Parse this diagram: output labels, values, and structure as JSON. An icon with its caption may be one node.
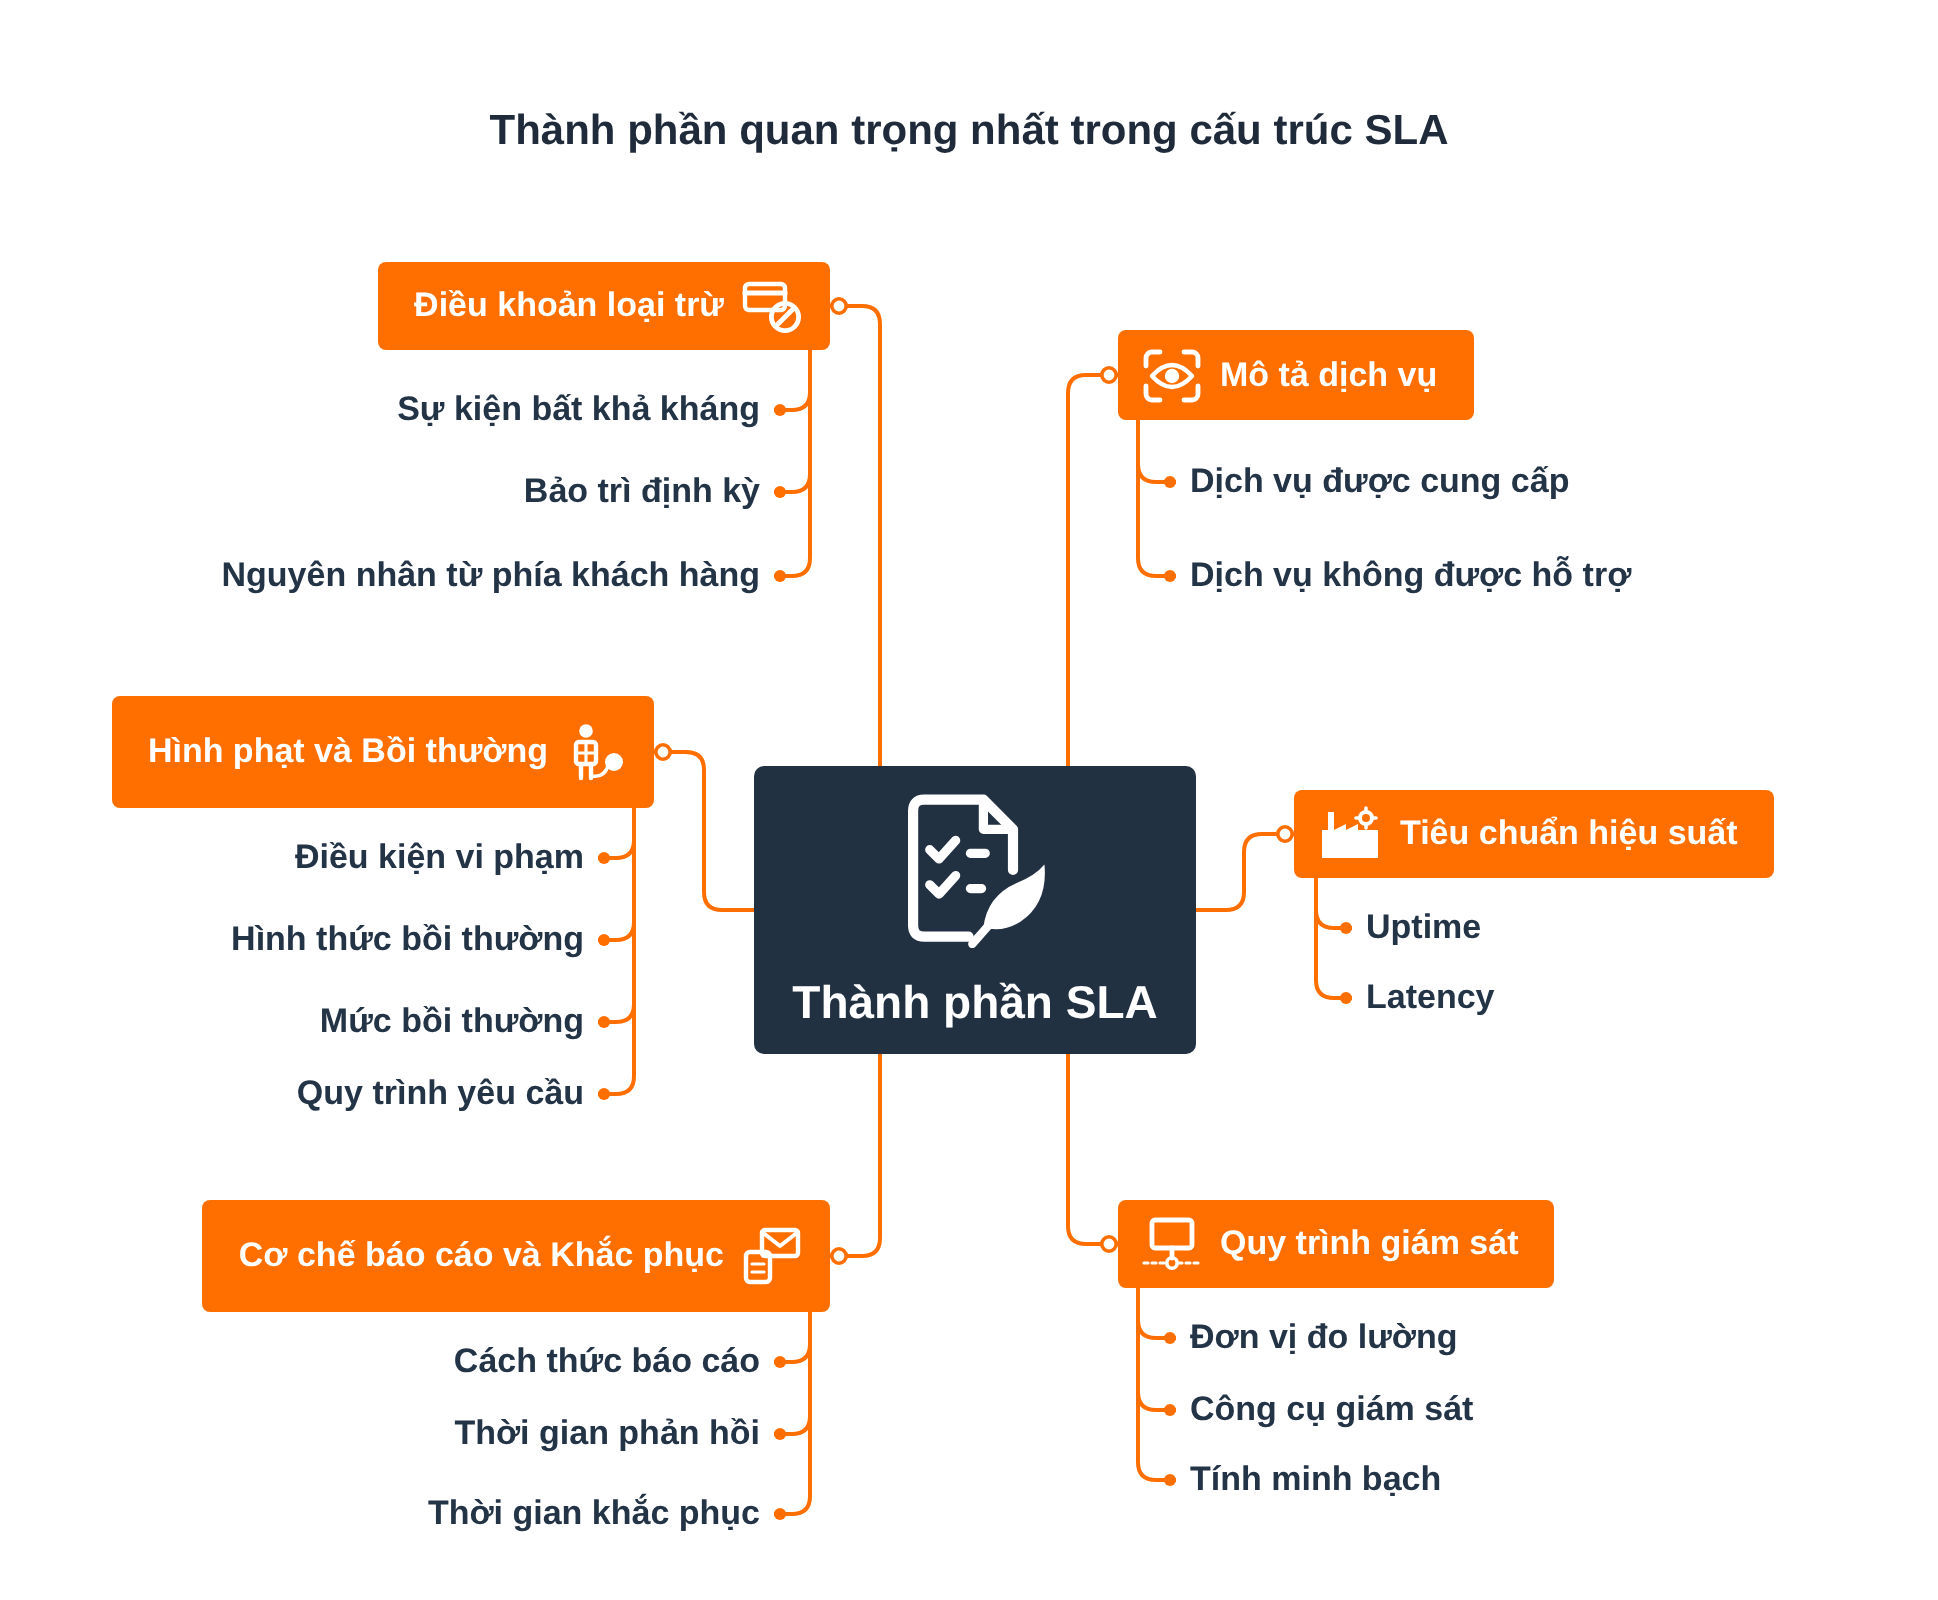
{
  "diagram": {
    "title": "Thành phần quan trọng nhất trong cấu trúc SLA",
    "nodes": [
      {
        "text": [
          "Thành phần SLA"
        ]
      },
      {
        "text": [
          "Điều khoản loại trừ"
        ]
      },
      {
        "text": [
          "Sự kiện bất khả kháng"
        ]
      },
      {
        "text": [
          "Bảo trì định kỳ"
        ]
      },
      {
        "text": [
          "Nguyên nhân từ phía khách hàng"
        ]
      },
      {
        "text": [
          "Mô tả dịch vụ"
        ]
      },
      {
        "text": [
          "Dịch vụ được cung cấp"
        ]
      },
      {
        "text": [
          "Dịch vụ không được hỗ trợ"
        ]
      },
      {
        "text": [
          "Hình phạt và Bồi thường"
        ]
      },
      {
        "text": [
          "Điều kiện vi phạm"
        ]
      },
      {
        "text": [
          "Hình thức bồi thường"
        ]
      },
      {
        "text": [
          "Mức bồi thường"
        ]
      },
      {
        "text": [
          "Quy trình yêu cầu"
        ]
      },
      {
        "text": [
          "Tiêu chuẩn hiệu suất"
        ]
      },
      {
        "text": [
          "Uptime"
        ]
      },
      {
        "text": [
          "Latency"
        ]
      },
      {
        "text": [
          "Cơ chế báo cáo và Khắc phục"
        ]
      },
      {
        "text": [
          "Cách thức báo cáo"
        ]
      },
      {
        "text": [
          "Thời gian phản hồi"
        ]
      },
      {
        "text": [
          "Thời gian khắc phục"
        ]
      },
      {
        "text": [
          "Quy trình giám sát"
        ]
      },
      {
        "text": [
          "Đơn vị đo lường"
        ]
      },
      {
        "text": [
          "Công cụ giám sát"
        ]
      },
      {
        "text": [
          "Tính minh bạch"
        ]
      }
    ],
    "edges": [
      {
        "from": 0,
        "to": 1,
        "arrow": "other"
      },
      {
        "from": 1,
        "to": 2,
        "arrow": "other"
      },
      {
        "from": 1,
        "to": 3,
        "arrow": "other"
      },
      {
        "from": 1,
        "to": 4,
        "arrow": "other"
      },
      {
        "from": 0,
        "to": 5,
        "arrow": "other"
      },
      {
        "from": 5,
        "to": 6,
        "arrow": "other"
      },
      {
        "from": 5,
        "to": 7,
        "arrow": "other"
      },
      {
        "from": 0,
        "to": 8,
        "arrow": "other"
      },
      {
        "from": 8,
        "to": 9,
        "arrow": "other"
      },
      {
        "from": 8,
        "to": 10,
        "arrow": "other"
      },
      {
        "from": 8,
        "to": 11,
        "arrow": "other"
      },
      {
        "from": 8,
        "to": 12,
        "arrow": "other"
      },
      {
        "from": 0,
        "to": 13,
        "arrow": "other"
      },
      {
        "from": 13,
        "to": 14,
        "arrow": "other"
      },
      {
        "from": 13,
        "to": 15,
        "arrow": "other"
      },
      {
        "from": 0,
        "to": 16,
        "arrow": "other"
      },
      {
        "from": 16,
        "to": 17,
        "arrow": "other"
      },
      {
        "from": 16,
        "to": 18,
        "arrow": "other"
      },
      {
        "from": 16,
        "to": 19,
        "arrow": "other"
      },
      {
        "from": 0,
        "to": 20,
        "arrow": "other"
      },
      {
        "from": 20,
        "to": 21,
        "arrow": "other"
      },
      {
        "from": 20,
        "to": 22,
        "arrow": "other"
      },
      {
        "from": 20,
        "to": 23,
        "arrow": "other"
      }
    ]
  }
}
